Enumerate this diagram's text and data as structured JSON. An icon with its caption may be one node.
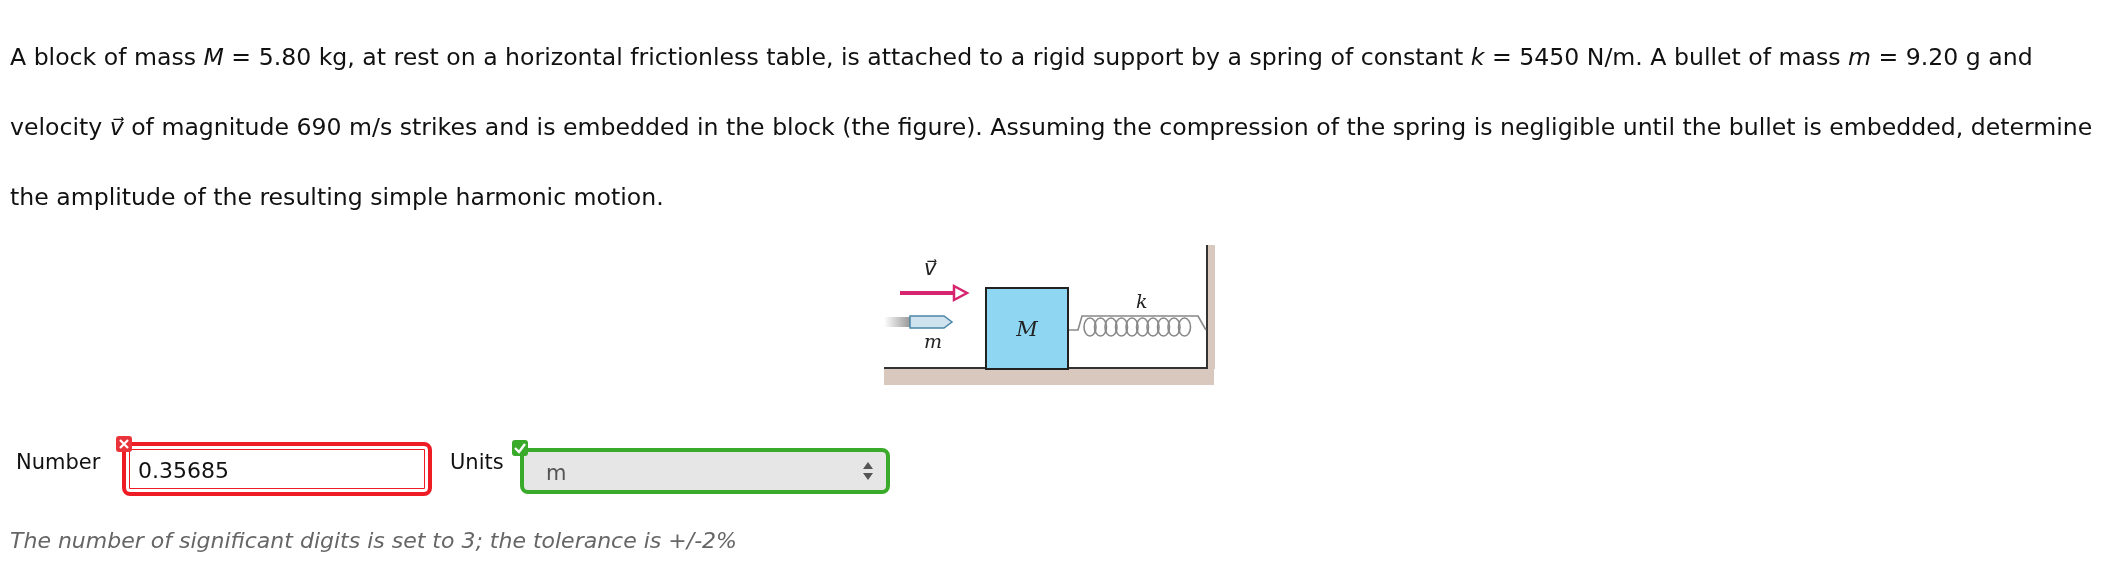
{
  "diagram": {
    "nodes": [
      {
        "text": [
          "M"
        ]
      }
    ],
    "edges": [],
    "labels": [
      "A block of mass *M* = 5.80 kg, at rest on a horizontal frictionless table, is attached to a rigid support by a spring of constant *k* = 5450 N/m. A bullet of mass *m* = 9.20 g and velocity *v⃗* of magnitude 690 m/s strikes and is embedded in the block (the figure). Assuming the compression of the spring is negligible until the bullet is embedded, determine the amplitude of the resulting simple harmonic motion.",
      "v⃗",
      "k",
      "m",
      "Number",
      "0.35685",
      "Units",
      "m",
      "The number of significant digits is set to 3; the tolerance is +/-2%"
    ]
  }
}
